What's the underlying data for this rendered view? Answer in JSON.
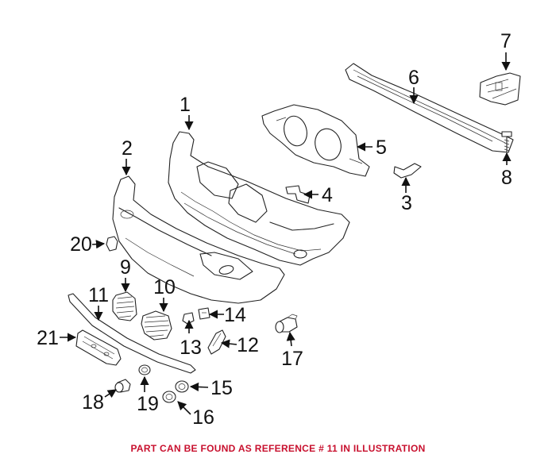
{
  "diagram": {
    "footer_note": "PART CAN BE FOUND AS REFERENCE # 11 IN ILLUSTRATION",
    "accent_color": "#c8102e",
    "callouts": [
      {
        "id": "1",
        "label": "1"
      },
      {
        "id": "2",
        "label": "2"
      },
      {
        "id": "3",
        "label": "3"
      },
      {
        "id": "4",
        "label": "4"
      },
      {
        "id": "5",
        "label": "5"
      },
      {
        "id": "6",
        "label": "6"
      },
      {
        "id": "7",
        "label": "7"
      },
      {
        "id": "8",
        "label": "8"
      },
      {
        "id": "9",
        "label": "9"
      },
      {
        "id": "10",
        "label": "10"
      },
      {
        "id": "11",
        "label": "11"
      },
      {
        "id": "12",
        "label": "12"
      },
      {
        "id": "13",
        "label": "13"
      },
      {
        "id": "14",
        "label": "14"
      },
      {
        "id": "15",
        "label": "15"
      },
      {
        "id": "16",
        "label": "16"
      },
      {
        "id": "17",
        "label": "17"
      },
      {
        "id": "18",
        "label": "18"
      },
      {
        "id": "19",
        "label": "19"
      },
      {
        "id": "20",
        "label": "20"
      },
      {
        "id": "21",
        "label": "21"
      }
    ]
  }
}
